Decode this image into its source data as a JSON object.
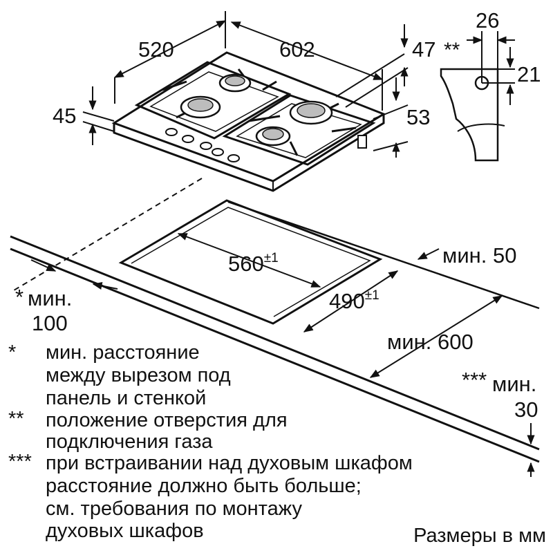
{
  "dimensions": {
    "hob_depth": "520",
    "hob_width": "602",
    "hob_height": "45",
    "gas_offset_side": "47",
    "gas_offset_marks": "**",
    "frame_height": "53",
    "connector_width": "26",
    "connector_height": "21",
    "cutout_width": "560",
    "cutout_width_tol": "±1",
    "cutout_depth": "490",
    "cutout_depth_tol": "±1",
    "min_back": "мин. 50",
    "min_depth": "мин. 600",
    "min_side_mark": "*",
    "min_side_label": "мин.",
    "min_side_value": "100",
    "min_below_mark": "***",
    "min_below_label": "мин.",
    "min_below_value": "30"
  },
  "notes": [
    {
      "mark": "*",
      "lines": [
        "мин. расстояние",
        "между вырезом под",
        "панель и стенкой"
      ]
    },
    {
      "mark": "**",
      "lines": [
        "положение отверстия для",
        "подключения газа"
      ]
    },
    {
      "mark": "***",
      "lines": [
        "при встраивании над духовым шкафом",
        "расстояние должно быть больше;",
        "см. требования по монтажу",
        "духовых шкафов"
      ]
    }
  ],
  "units_label": "Размеры в мм"
}
